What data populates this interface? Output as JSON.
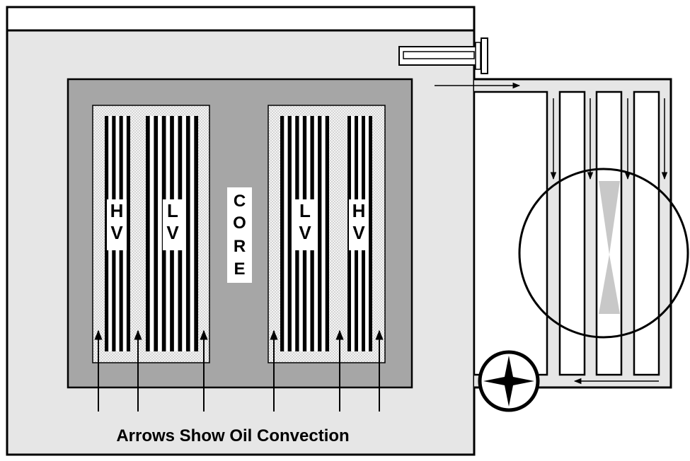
{
  "coils": {
    "left_hv": [
      "H",
      "V"
    ],
    "left_lv": [
      "L",
      "V"
    ],
    "right_lv": [
      "L",
      "V"
    ],
    "right_hv": [
      "H",
      "V"
    ]
  },
  "core": [
    "C",
    "O",
    "R",
    "E"
  ],
  "caption": "Arrows Show Oil Convection",
  "colors": {
    "tank": "#e6e6e6",
    "core": "#a6a6a6",
    "winding_stripe": "#000000",
    "fan_blade": "#c8c8c8",
    "outline": "#000000"
  },
  "icons": {
    "pump": "four-point-star-pump-icon",
    "fan": "hourglass-fan-icon",
    "thermometer": "thermometer-icon"
  }
}
